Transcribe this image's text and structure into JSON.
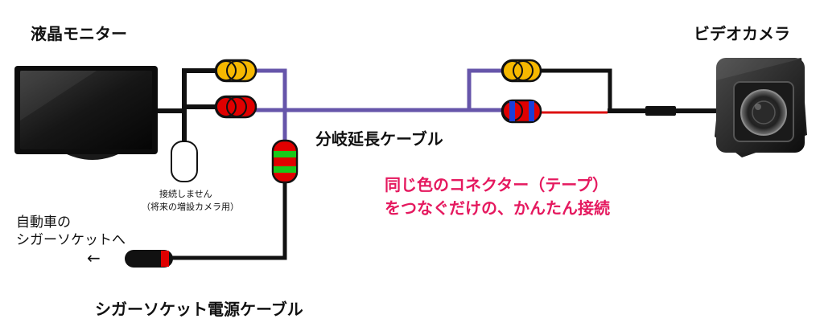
{
  "labels": {
    "monitor": "液晶モニター",
    "camera": "ビデオカメラ",
    "branch_cable": "分岐延長ケーブル",
    "not_connected_line1": "接続しません",
    "not_connected_line2": "（将来の増設カメラ用）",
    "car_line1": "自動車の",
    "car_line2": "シガーソケットへ",
    "arrow": "←",
    "cigar_cable": "シガーソケット電源ケーブル",
    "note_line1": "同じ色のコネクター（テープ）",
    "note_line2": "をつなぐだけの、かんたん接続"
  },
  "colors": {
    "note": "#e5195f",
    "wire_purple": "#6655aa",
    "wire_black": "#111111",
    "wire_red": "#dd1111",
    "connector_yellow": "#f6b800",
    "connector_red": "#e00000",
    "connector_green": "#19c819",
    "tape_blue": "#1a3fd8"
  },
  "icons": {
    "monitor": "lcd-monitor-icon",
    "camera": "video-camera-icon"
  }
}
